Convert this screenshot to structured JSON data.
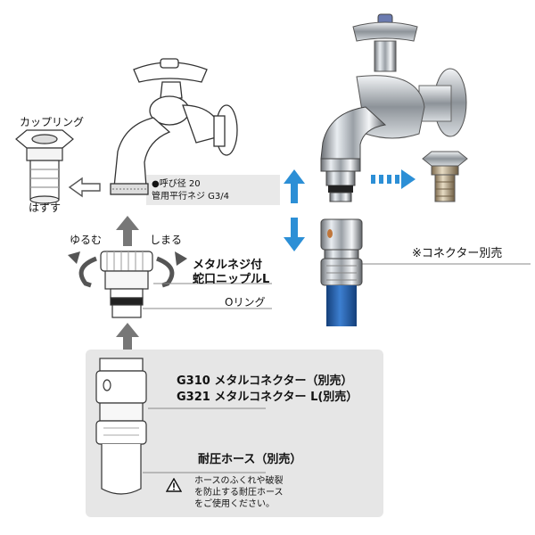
{
  "labels": {
    "coupling_ring": "カップリング",
    "remove": "はずす",
    "spec_line1": "●呼び径 20",
    "spec_line2": "管用平行ネジ G3/4",
    "loosen": "ゆるむ",
    "tighten": "しまる",
    "nipple_line1": "メタルネジ付",
    "nipple_line2": "蛇口ニップルL",
    "o_ring": "Oリング",
    "connector_line1": "G310 メタルコネクター（別売）",
    "connector_line2": "G321 メタルコネクター L(別売）",
    "hose": "耐圧ホース（別売）",
    "warning_line1": "ホースのふくれや破裂",
    "warning_line2": "を防止する耐圧ホース",
    "warning_line3": "をご使用ください。",
    "connector_sold_separately": "※コネクター別売"
  },
  "colors": {
    "arrow_gray": "#777777",
    "arrow_blue": "#2c8fd6",
    "hose_blue": "#1f5fae",
    "panel_gray": "#e6e6e6",
    "line_gray": "#8a8a8a"
  },
  "icons": [
    "warning-icon",
    "up-arrow-icon",
    "left-arrow-icon",
    "rotate-left-icon",
    "rotate-right-icon",
    "up-down-arrow-icon",
    "right-arrow-icon"
  ]
}
